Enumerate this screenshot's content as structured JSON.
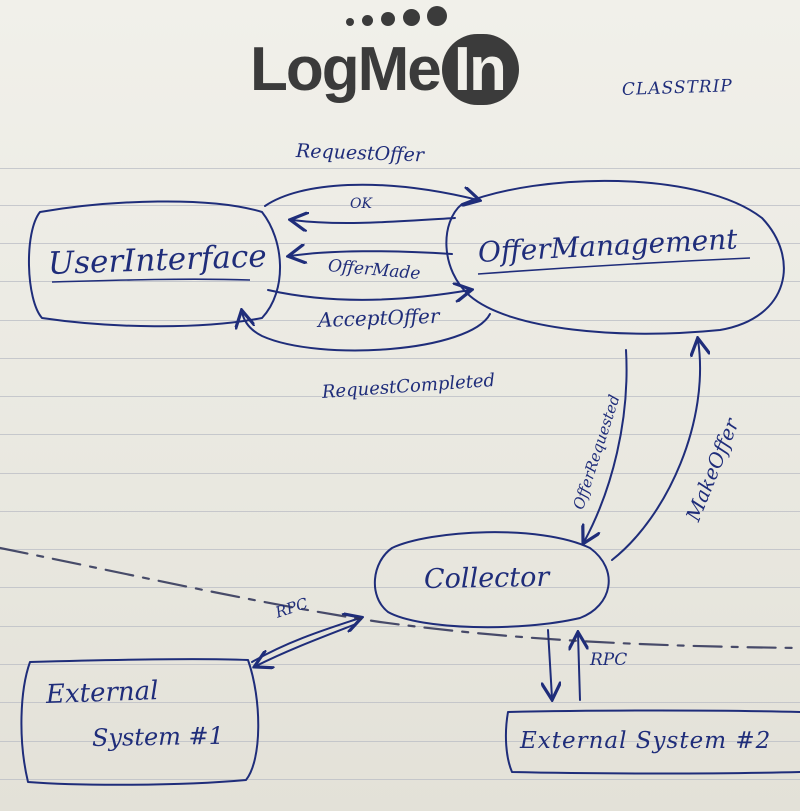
{
  "logo": {
    "brand_text": "LogMe",
    "brand_in": "In"
  },
  "tag": "CLASSTRIP",
  "nodes": {
    "user_interface": "UserInterface",
    "offer_management": "OfferManagement",
    "collector": "Collector",
    "external_1_line1": "External",
    "external_1_line2": "System #1",
    "external_2": "External System #2"
  },
  "edges": {
    "request_offer": "RequestOffer",
    "ok": "OK",
    "offer_made": "OfferMade",
    "accept_offer": "AcceptOffer",
    "request_completed": "RequestCompleted",
    "offer_requested": "OfferRequested",
    "make_offer": "MakeOffer",
    "rpc_1": "RPC",
    "rpc_2": "RPC"
  },
  "colors": {
    "ink": "#1f2d7a",
    "logo": "#3b3b3b",
    "rule": "#b9bcc4"
  }
}
